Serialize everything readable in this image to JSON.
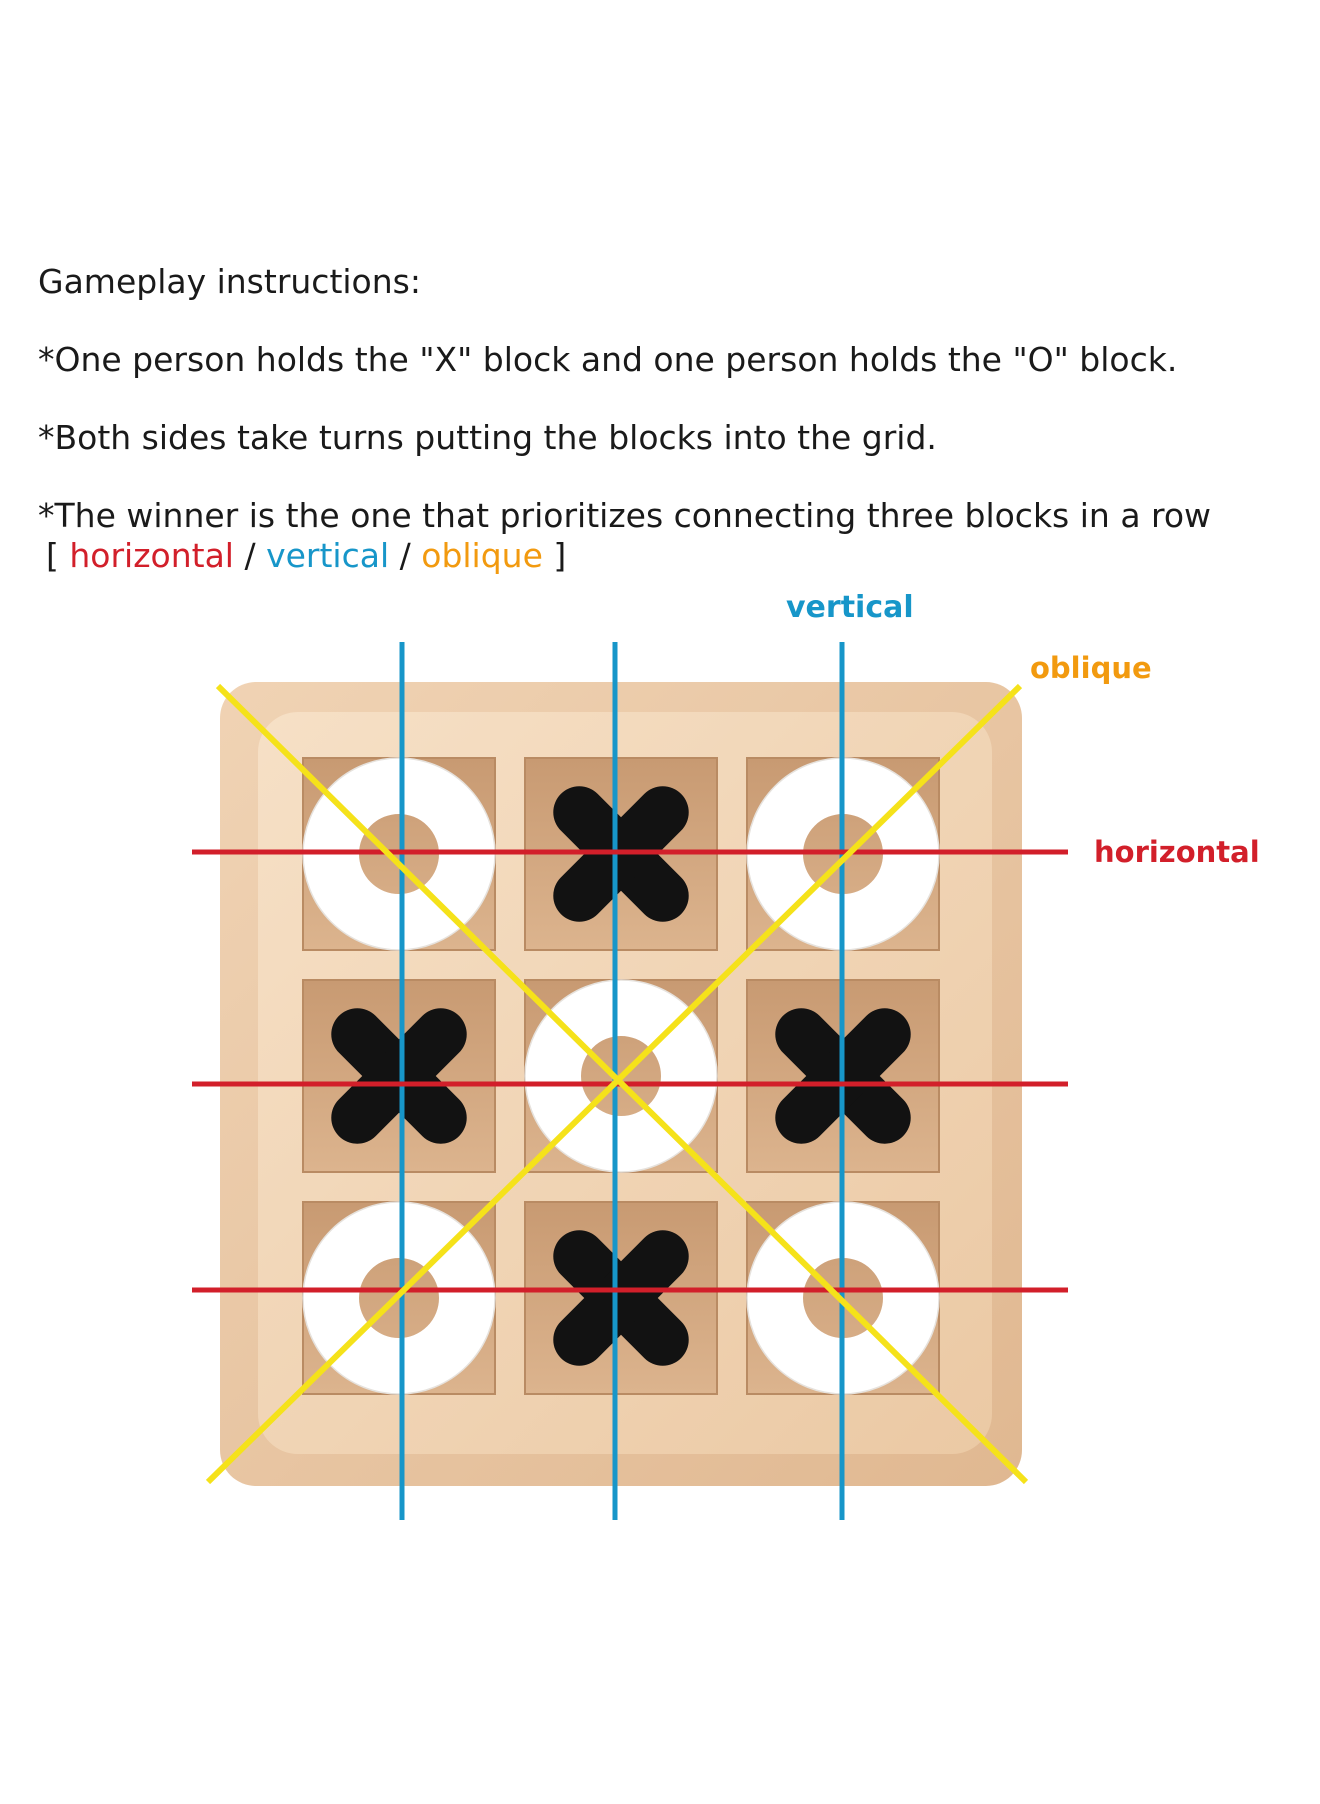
{
  "instructions": {
    "heading": "Gameplay instructions:",
    "rule1": "*One person holds the \"X\" block and one person holds the \"O\" block.",
    "rule2": "*Both sides take turns putting the blocks into the grid.",
    "rule3": "*The winner is the one that prioritizes connecting three blocks in a row",
    "legend": {
      "open": "[ ",
      "horizontal": "horizontal",
      "sep1": " / ",
      "vertical": "vertical",
      "sep2": " / ",
      "oblique": "oblique",
      "close": " ]"
    }
  },
  "callouts": {
    "vertical": "vertical",
    "oblique": "oblique",
    "horizontal": "horizontal"
  },
  "colors": {
    "horizontal": "#d21f2a",
    "vertical": "#1796c9",
    "oblique": "#f29a0f",
    "diagonal_line": "#f5e21a",
    "wood": "#e9c7a4",
    "x_piece": "#121212",
    "o_piece": "#ffffff"
  },
  "board": {
    "cells": [
      "O",
      "X",
      "O",
      "X",
      "O",
      "X",
      "O",
      "X",
      "O"
    ]
  }
}
